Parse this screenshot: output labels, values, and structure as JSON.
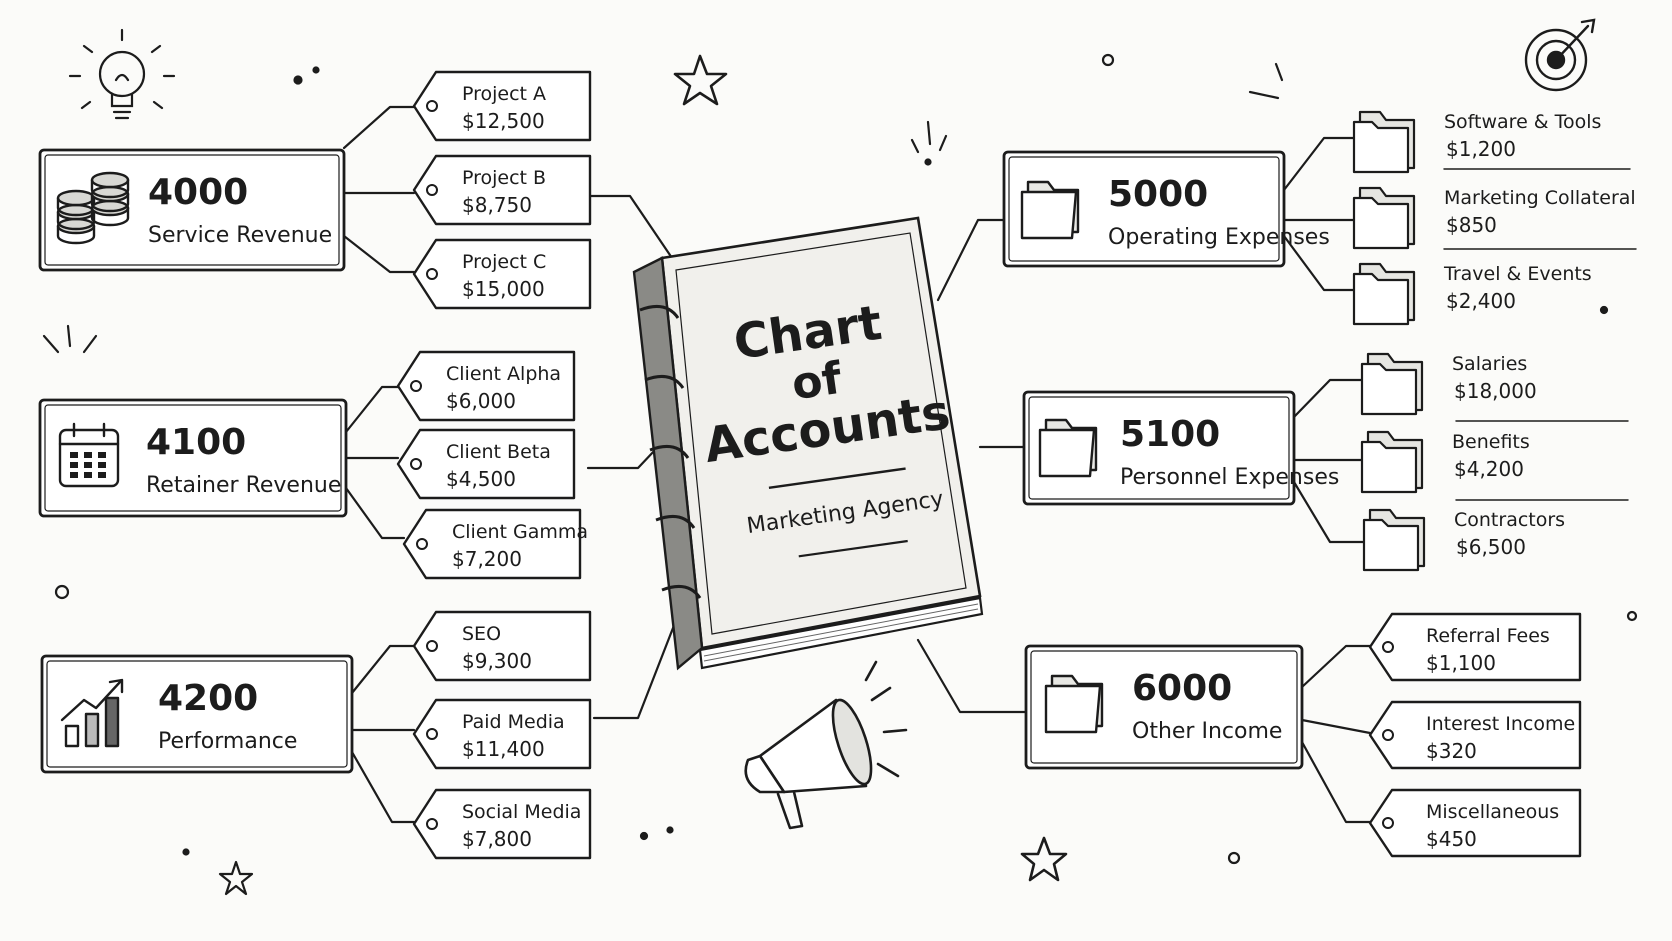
{
  "book": {
    "title_line1": "Chart",
    "title_line2": "of",
    "title_line3": "Accounts",
    "subtitle": "Marketing Agency"
  },
  "accounts": [
    {
      "code": "4000",
      "name": "Service Revenue",
      "icon": "coins-icon",
      "side": "left",
      "children": [
        {
          "label": "Project A",
          "amount": "$12,500"
        },
        {
          "label": "Project B",
          "amount": "$8,750"
        },
        {
          "label": "Project C",
          "amount": "$15,000"
        }
      ]
    },
    {
      "code": "4100",
      "name": "Retainer Revenue",
      "icon": "calendar-icon",
      "side": "left",
      "children": [
        {
          "label": "Client Alpha",
          "amount": "$6,000"
        },
        {
          "label": "Client Beta",
          "amount": "$4,500"
        },
        {
          "label": "Client Gamma",
          "amount": "$7,200"
        }
      ]
    },
    {
      "code": "4200",
      "name": "Performance",
      "icon": "growth-chart-icon",
      "side": "left",
      "children": [
        {
          "label": "SEO",
          "amount": "$9,300"
        },
        {
          "label": "Paid Media",
          "amount": "$11,400"
        },
        {
          "label": "Social Media",
          "amount": "$7,800"
        }
      ]
    },
    {
      "code": "5000",
      "name": "Operating Expenses",
      "icon": "folder-icon",
      "side": "right",
      "child_style": "folder",
      "children": [
        {
          "label": "Software & Tools",
          "amount": "$1,200"
        },
        {
          "label": "Marketing Collateral",
          "amount": "$850"
        },
        {
          "label": "Travel & Events",
          "amount": "$2,400"
        }
      ]
    },
    {
      "code": "5100",
      "name": "Personnel Expenses",
      "icon": "folder-icon",
      "side": "right",
      "child_style": "folder",
      "children": [
        {
          "label": "Salaries",
          "amount": "$18,000"
        },
        {
          "label": "Benefits",
          "amount": "$4,200"
        },
        {
          "label": "Contractors",
          "amount": "$6,500"
        }
      ]
    },
    {
      "code": "6000",
      "name": "Other Income",
      "icon": "folder-icon",
      "side": "right",
      "child_style": "tag",
      "children": [
        {
          "label": "Referral Fees",
          "amount": "$1,100"
        },
        {
          "label": "Interest Income",
          "amount": "$320"
        },
        {
          "label": "Miscellaneous",
          "amount": "$450"
        }
      ]
    }
  ],
  "decorations": [
    "lightbulb-icon",
    "target-icon",
    "megaphone-icon",
    "star-icon"
  ],
  "colors": {
    "ink": "#1c1c1c",
    "paper": "#fbfbf9",
    "card": "#ffffff",
    "book_cover": "#f1f0ec"
  }
}
